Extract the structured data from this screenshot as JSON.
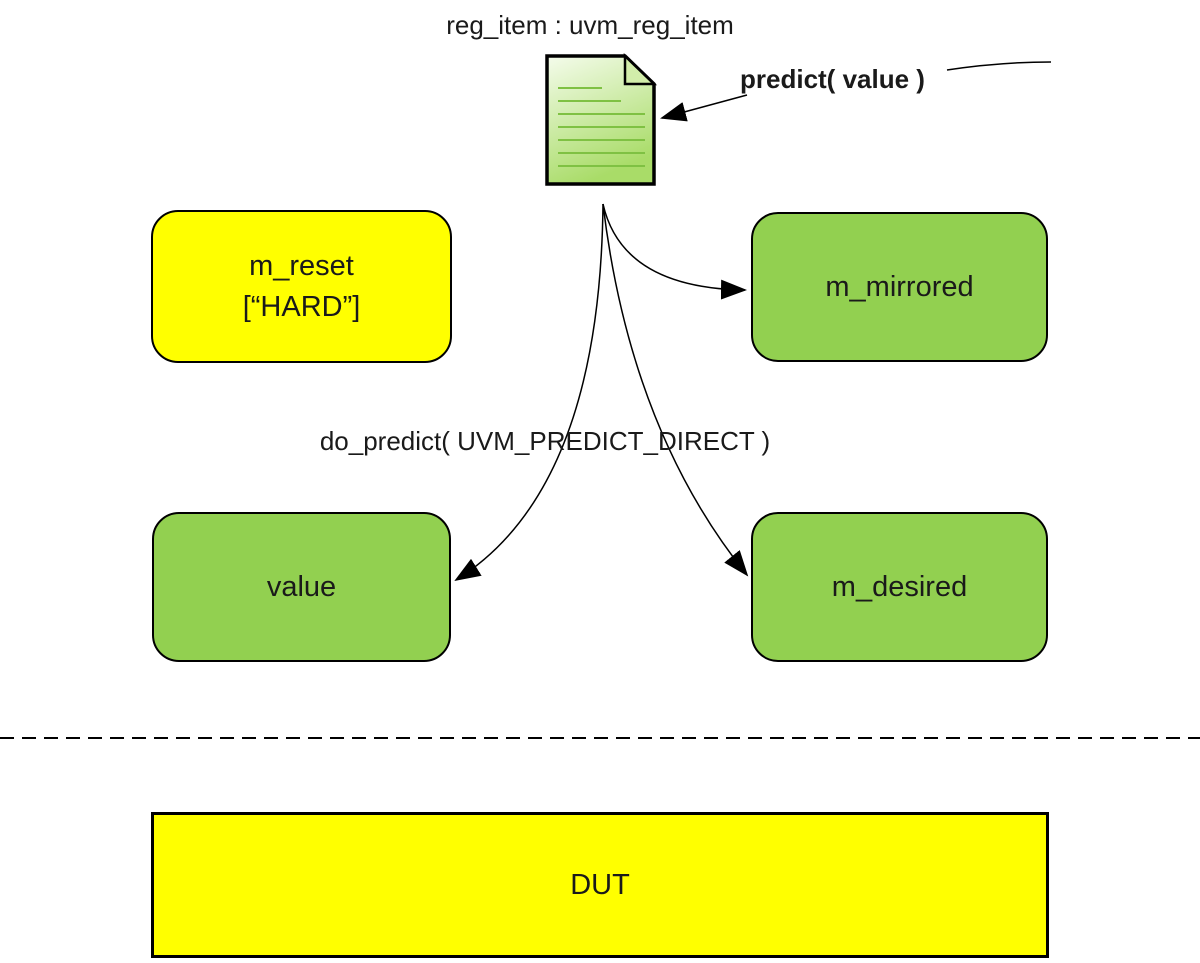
{
  "diagram": {
    "title": "reg_item : uvm_reg_item",
    "labels": {
      "predict": "predict( value )",
      "do_predict": "do_predict( UVM_PREDICT_DIRECT )"
    },
    "icons": {
      "document": "document-icon"
    },
    "nodes": {
      "m_reset": {
        "line1": "m_reset",
        "line2": "[“HARD”]",
        "fill": "#FFFF00"
      },
      "m_mirrored": {
        "label": "m_mirrored",
        "fill": "#92D050"
      },
      "value": {
        "label": "value",
        "fill": "#92D050"
      },
      "m_desired": {
        "label": "m_desired",
        "fill": "#92D050"
      },
      "dut": {
        "label": "DUT",
        "fill": "#FFFF00"
      }
    },
    "colors": {
      "background": "#FFFFFF",
      "node_border": "#000000",
      "text": "#1a1a1a",
      "connector": "#000000",
      "doc_gradient_top": "#f5fcec",
      "doc_gradient_bottom": "#a9dc68",
      "doc_fold_fill": "#d2edaa",
      "doc_rule_line": "#7fc143"
    }
  }
}
